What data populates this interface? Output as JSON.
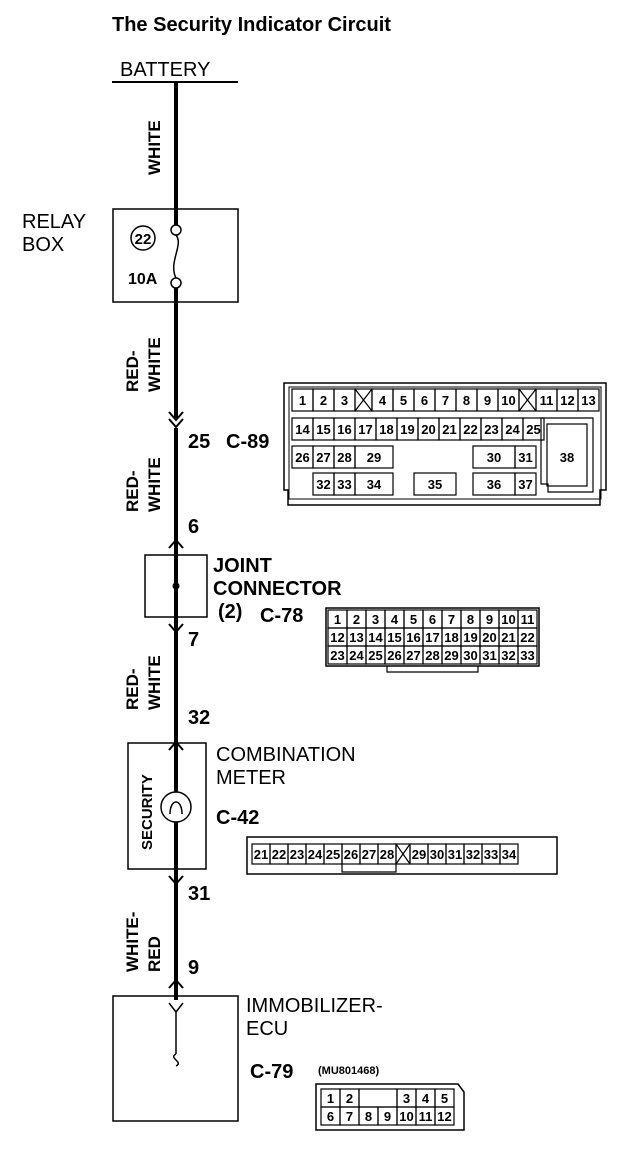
{
  "title": "The Security Indicator Circuit",
  "battery": "BATTERY",
  "wires": {
    "w1": "WHITE",
    "w2_a": "RED-",
    "w2_b": "WHITE",
    "w3_a": "RED-",
    "w3_b": "WHITE",
    "w4_a": "RED-",
    "w4_b": "WHITE",
    "w5_a": "WHITE-",
    "w5_b": "RED"
  },
  "relay_box": {
    "label_1": "RELAY",
    "label_2": "BOX",
    "fuse_number": "22",
    "fuse_rating": "10A"
  },
  "pins": {
    "p25": "25",
    "p6": "6",
    "p7": "7",
    "p32": "32",
    "p31": "31",
    "p9": "9"
  },
  "connectors": {
    "c89": "C-89",
    "c78": "C-78",
    "c42": "C-42",
    "c79": "C-79",
    "c79_part": "(MU801468)"
  },
  "joint_connector": {
    "line_1": "JOINT",
    "line_2": "CONNECTOR",
    "line_3": "(2)"
  },
  "combination_meter": {
    "line_1": "COMBINATION",
    "line_2": "METER",
    "indicator": "SECURITY"
  },
  "immobilizer": {
    "line_1": "IMMOBILIZER-",
    "line_2": "ECU"
  },
  "c89_cells": [
    "1",
    "2",
    "3",
    "4",
    "5",
    "6",
    "7",
    "8",
    "9",
    "10",
    "11",
    "12",
    "13",
    "14",
    "15",
    "16",
    "17",
    "18",
    "19",
    "20",
    "21",
    "22",
    "23",
    "24",
    "25",
    "26",
    "27",
    "28",
    "29",
    "30",
    "31",
    "32",
    "33",
    "34",
    "35",
    "36",
    "37",
    "38"
  ],
  "c78_rows": [
    [
      "1",
      "2",
      "3",
      "4",
      "5",
      "6",
      "7",
      "8",
      "9",
      "10",
      "11"
    ],
    [
      "12",
      "13",
      "14",
      "15",
      "16",
      "17",
      "18",
      "19",
      "20",
      "21",
      "22"
    ],
    [
      "23",
      "24",
      "25",
      "26",
      "27",
      "28",
      "29",
      "30",
      "31",
      "32",
      "33"
    ]
  ],
  "c42_cells": [
    "21",
    "22",
    "23",
    "24",
    "25",
    "26",
    "27",
    "28",
    "29",
    "30",
    "31",
    "32",
    "33",
    "34"
  ],
  "c79_top": [
    "1",
    "2",
    "3",
    "4",
    "5"
  ],
  "c79_bottom": [
    "6",
    "7",
    "8",
    "9",
    "10",
    "11",
    "12"
  ]
}
